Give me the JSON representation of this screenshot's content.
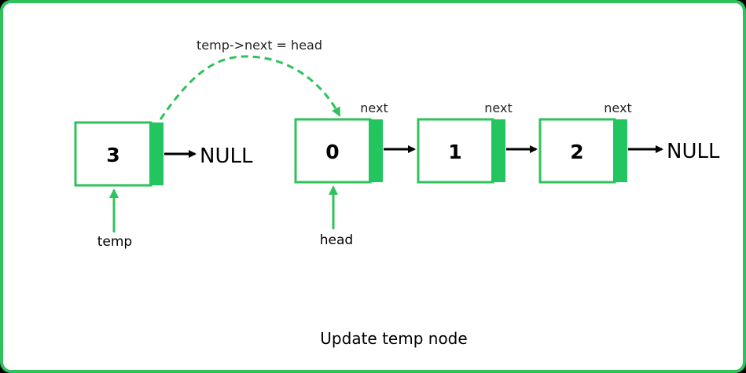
{
  "diagram": {
    "operation_label": "temp->next = head",
    "caption": "Update temp node",
    "pointer_field_label": "next",
    "null_label": "NULL",
    "temp_node": {
      "value": "3",
      "pointer_name": "temp"
    },
    "list_nodes": [
      {
        "value": "0",
        "next_label": "next"
      },
      {
        "value": "1",
        "next_label": "next"
      },
      {
        "value": "2",
        "next_label": "next"
      }
    ],
    "head_pointer_name": "head",
    "colors": {
      "accent": "#2fc25b",
      "pointer_field": "#22c55e",
      "text": "#000000"
    }
  }
}
